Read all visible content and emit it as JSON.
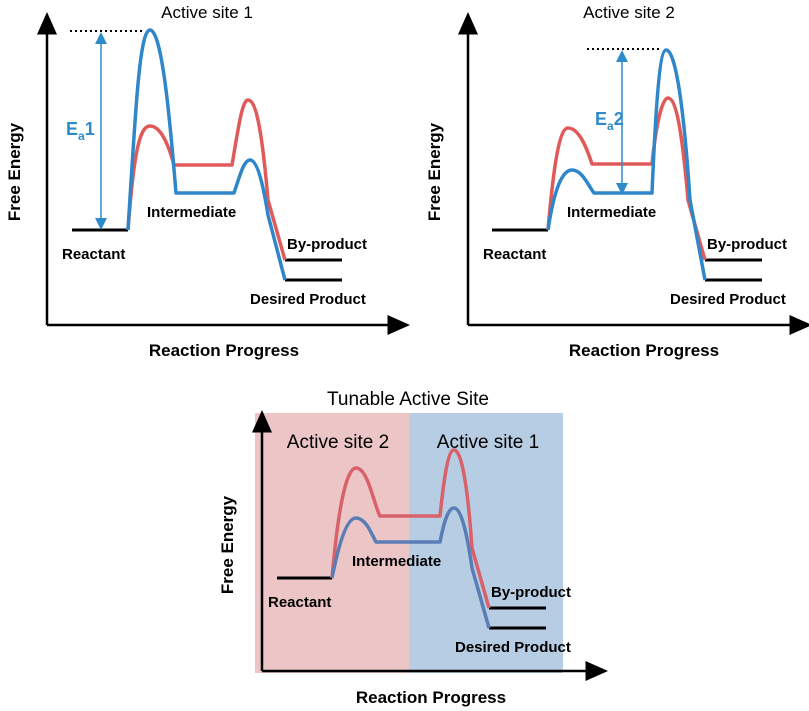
{
  "colors": {
    "red_path": "#e05a5a",
    "blue_path": "#2f86c8",
    "ea_arrow": "#2e8bc9",
    "axis": "#000000",
    "level": "#000000",
    "shade_red": "#ecc6c6",
    "shade_blue": "#b7cde4"
  },
  "panel1": {
    "title": "Active site 1",
    "y_axis": "Free Energy",
    "x_axis": "Reaction Progress",
    "ea_main": "E",
    "ea_sub": "a",
    "ea_num": "1",
    "reactant": "Reactant",
    "intermediate": "Intermediate",
    "byproduct": "By-product",
    "desired": "Desired Product"
  },
  "panel2": {
    "title": "Active site 2",
    "y_axis": "Free Energy",
    "x_axis": "Reaction Progress",
    "ea_main": "E",
    "ea_sub": "a",
    "ea_num": "2",
    "reactant": "Reactant",
    "intermediate": "Intermediate",
    "byproduct": "By-product",
    "desired": "Desired Product"
  },
  "panel3": {
    "title": "Tunable Active Site",
    "site_left": "Active site 2",
    "site_right": "Active site 1",
    "y_axis": "Free Energy",
    "x_axis": "Reaction Progress",
    "reactant": "Reactant",
    "intermediate": "Intermediate",
    "byproduct": "By-product",
    "desired": "Desired Product"
  }
}
